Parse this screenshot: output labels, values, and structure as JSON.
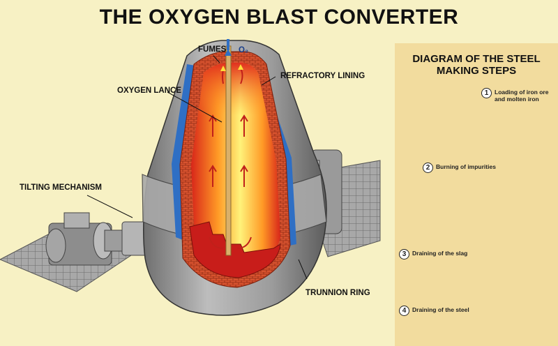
{
  "title": "THE OXYGEN BLAST CONVERTER",
  "labels": {
    "fumes": "FUMES",
    "o2": "O₂",
    "oxygen_lance": "OXYGEN LANCE",
    "refractory_lining": "REFRACTORY LINING",
    "tilting_mechanism": "TILTING MECHANISM",
    "trunnion_ring": "TRUNNION RING"
  },
  "steps_panel": {
    "title_line1": "DIAGRAM OF THE STEEL",
    "title_line2": "MAKING STEPS",
    "steps": [
      {
        "number": "1",
        "text_line1": "Loading of iron ore",
        "text_line2": "and molten iron"
      },
      {
        "number": "2",
        "text_line1": "Burning of impurities",
        "text_line2": ""
      },
      {
        "number": "3",
        "text_line1": "Draining of the slag",
        "text_line2": ""
      },
      {
        "number": "4",
        "text_line1": "Draining of the steel",
        "text_line2": ""
      }
    ]
  },
  "colors": {
    "background": "#f7f1c4",
    "panel": "#f2dc9e",
    "steel_gray": "#9a9a9a",
    "molten_red": "#c8141a",
    "flame_yellow": "#ffe64a",
    "refractory_brick": "#d24a2a",
    "lining_blue": "#2f6fc4"
  }
}
